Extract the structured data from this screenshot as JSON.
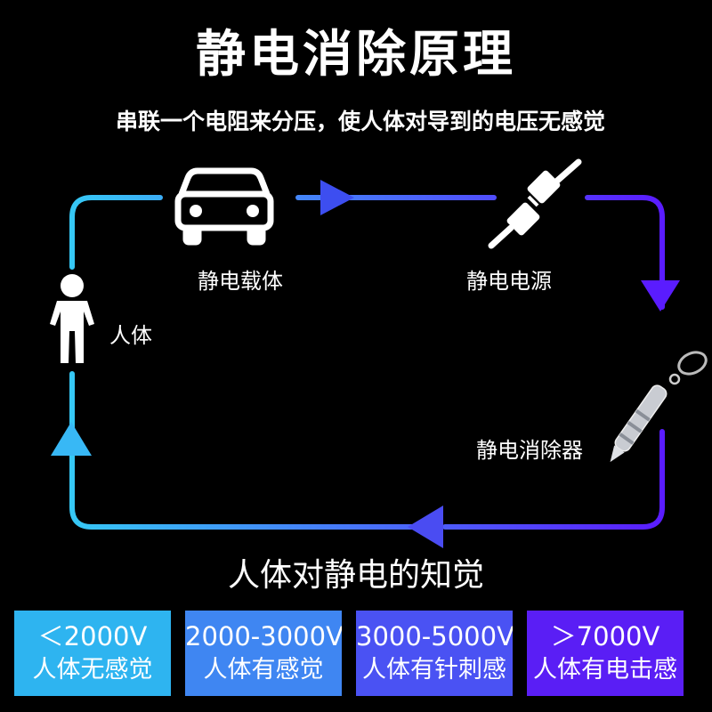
{
  "title": "静电消除原理",
  "subtitle": "串联一个电阻来分压，使人体对导到的电压无感觉",
  "loop": {
    "gradient_start": "#36c8f5",
    "gradient_end": "#5a1cff",
    "nodes": {
      "carrier": {
        "label": "静电载体",
        "icon": "car-icon"
      },
      "source": {
        "label": "静电电源",
        "icon": "plug-icon"
      },
      "body": {
        "label": "人体",
        "icon": "person-icon"
      },
      "eliminator": {
        "label": "静电消除器",
        "icon": "keychain-eliminator-icon"
      }
    }
  },
  "perception": {
    "title": "人体对静电的知觉",
    "levels": [
      {
        "range": "＜2000V",
        "feel": "人体无感觉",
        "color": "#2eb4f0"
      },
      {
        "range": "2000-3000V",
        "feel": "人体有感觉",
        "color": "#3f86f2"
      },
      {
        "range": "3000-5000V",
        "feel": "人体有针刺感",
        "color": "#4a52f3"
      },
      {
        "range": "＞7000V",
        "feel": "人体有电击感",
        "color": "#5a1ef5"
      }
    ]
  }
}
